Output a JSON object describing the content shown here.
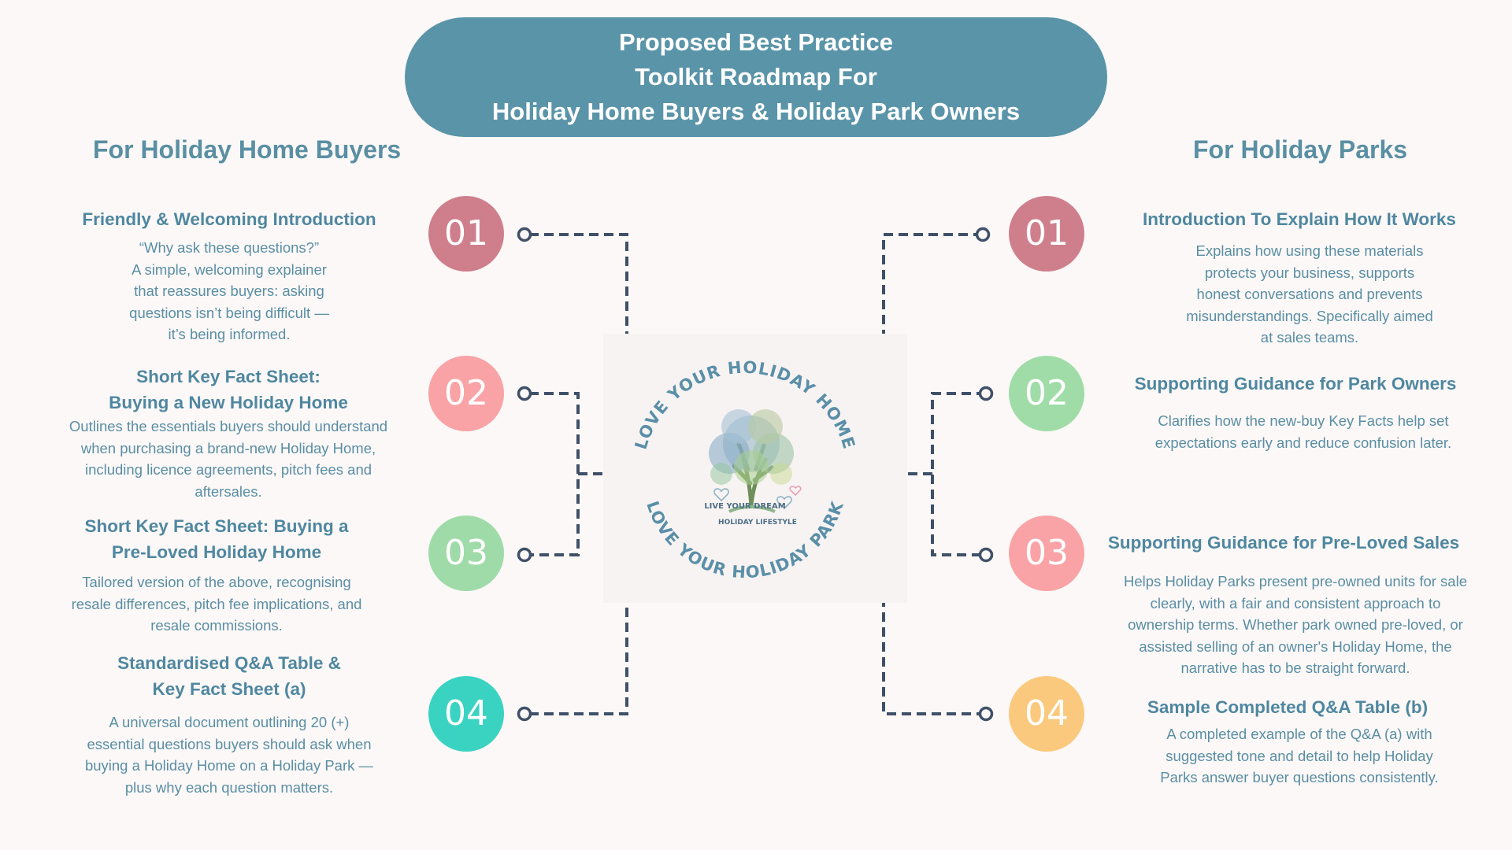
{
  "title": {
    "line1": "Proposed Best Practice",
    "line2": "Toolkit Roadmap For",
    "line3": "Holiday Home Buyers & Holiday Park Owners"
  },
  "buyers": {
    "heading": "For Holiday Home Buyers",
    "items": [
      {
        "number": "01",
        "title": "Friendly & Welcoming  Introduction",
        "desc": [
          "“Why ask these questions?”",
          "A simple, welcoming explainer",
          "that reassures buyers: asking",
          "questions isn’t being difficult —",
          "it’s being informed."
        ]
      },
      {
        "number": "02",
        "title_lines": [
          "Short Key Fact Sheet:",
          "Buying a New Holiday Home"
        ],
        "desc": [
          "Outlines the essentials buyers should understand",
          "when purchasing a brand-new Holiday Home,",
          "including licence agreements, pitch fees and",
          "aftersales."
        ]
      },
      {
        "number": "03",
        "title_lines": [
          "Short Key Fact Sheet: Buying a",
          "Pre-Loved Holiday Home"
        ],
        "desc": [
          "Tailored version of the above, recognising",
          "resale differences, pitch fee implications, and",
          "resale commissions."
        ]
      },
      {
        "number": "04",
        "title_lines": [
          "Standardised Q&A Table &",
          "Key Fact Sheet (a)"
        ],
        "desc": [
          "A universal document outlining 20 (+)",
          "essential questions buyers should ask when",
          "buying a Holiday Home on a Holiday Park —",
          "plus why each question matters."
        ]
      }
    ]
  },
  "parks": {
    "heading": "For Holiday Parks",
    "items": [
      {
        "number": "01",
        "title": "Introduction To Explain How It Works",
        "desc": [
          "Explains how using these materials",
          "protects your business, supports",
          "honest conversations and prevents",
          "misunderstandings. Specifically aimed",
          "at sales teams."
        ]
      },
      {
        "number": "02",
        "title": "Supporting Guidance for Park Owners",
        "desc": [
          "Clarifies how the new-buy Key Facts help set",
          "expectations early and reduce confusion later."
        ]
      },
      {
        "number": "03",
        "title": "Supporting Guidance for Pre-Loved Sales",
        "desc": [
          "Helps Holiday Parks present pre-owned units for sale",
          "clearly, with a fair and consistent approach to",
          "ownership terms. Whether park owned pre-loved, or",
          "assisted selling of an owner's Holiday Home, the",
          "narrative has to be straight forward."
        ]
      },
      {
        "number": "04",
        "title": "Sample Completed Q&A Table (b)",
        "desc": [
          "A completed example of the Q&A (a) with",
          "suggested tone and detail to help Holiday",
          "Parks answer buyer questions consistently."
        ]
      }
    ]
  },
  "logo": {
    "arc_top": "LOVE YOUR HOLIDAY HOME",
    "arc_bottom": "LOVE YOUR HOLIDAY PARK",
    "tag1": "LIVE YOUR DREAM",
    "tag2": "HOLIDAY LIFESTYLE"
  },
  "colors": {
    "title_bg": "#5a94a8",
    "heading": "#5a8fa3",
    "circle_01": "#cf7f8c",
    "circle_02_left": "#f9a3a6",
    "circle_03_left": "#9fdba8",
    "circle_04_left": "#3ad3c1",
    "circle_02_right": "#a0dca7",
    "circle_03_right": "#f9a3a6",
    "circle_04_right": "#fbc97e",
    "connector": "#3f5068"
  },
  "icons": [
    "tree-icon",
    "heart-icon"
  ]
}
